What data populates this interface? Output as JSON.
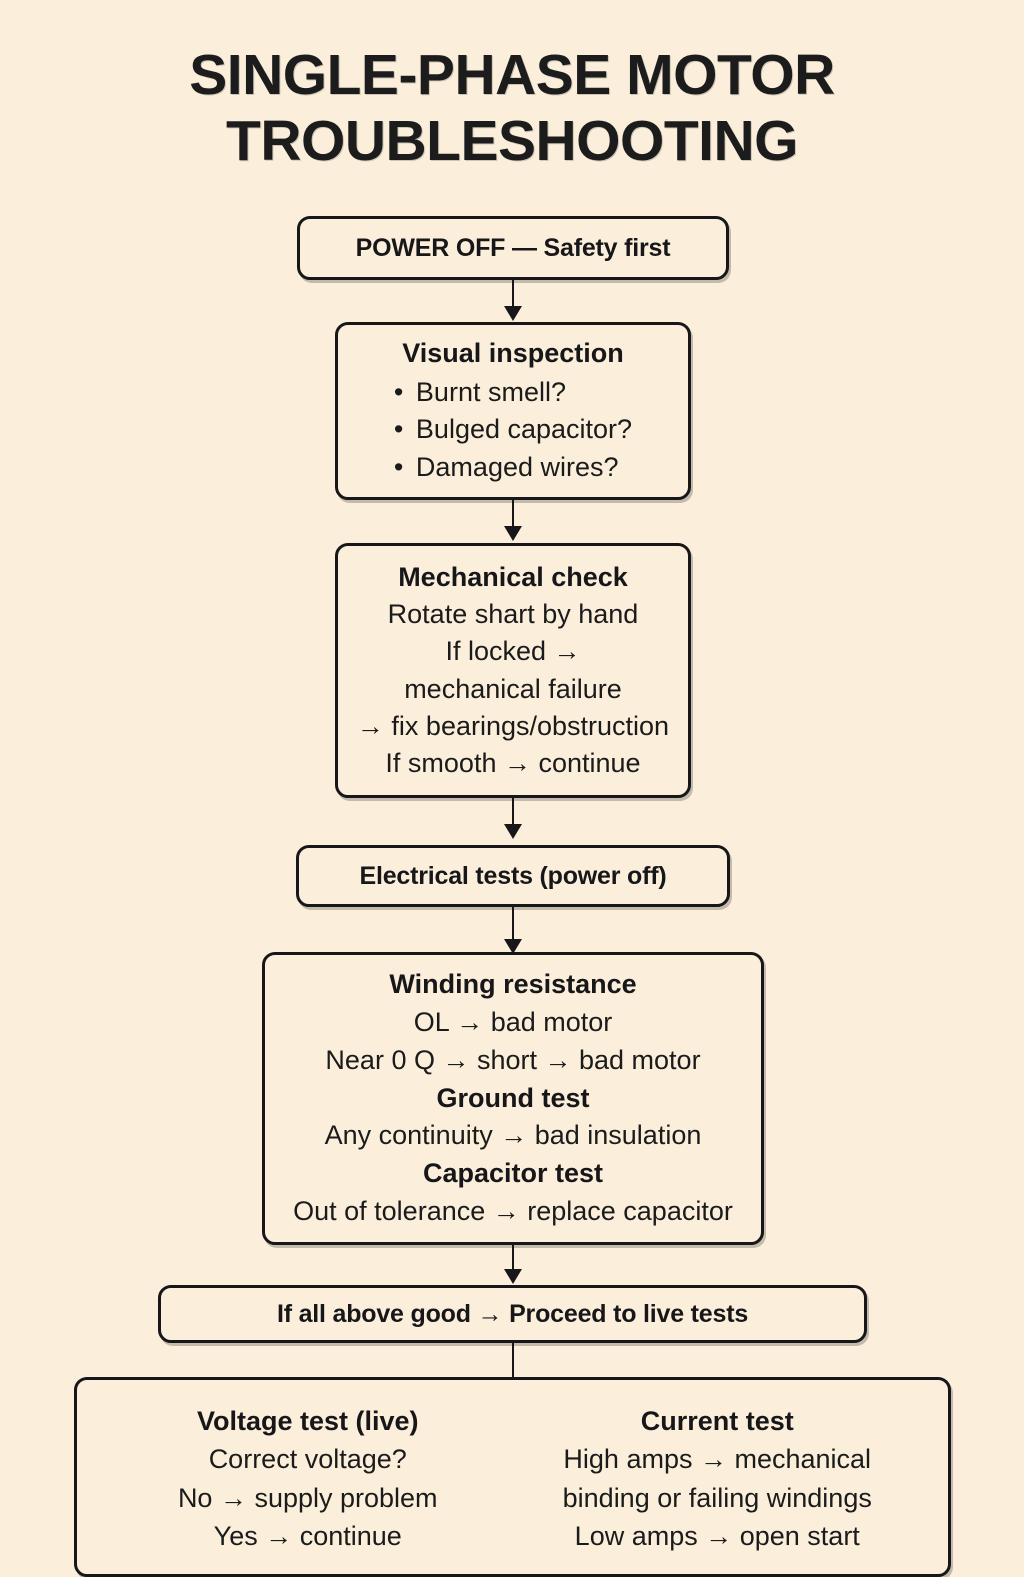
{
  "page": {
    "title": "Single-Phase Motor Troubleshooting",
    "background_color": "#FBEFDC",
    "ink_color": "#17171A"
  },
  "flow": {
    "power_off": {
      "label": "POWER OFF — Safety first"
    },
    "visual_inspection": {
      "heading": "Visual inspection",
      "items": [
        "Burnt smell?",
        "Bulged capacitor?",
        "Damaged wires?"
      ]
    },
    "mechanical_check": {
      "heading": "Mechanical check",
      "lines": [
        "Rotate shart by hand",
        "If locked →",
        "mechanical failure",
        "→ fix bearings/obstruction",
        "If smooth → continue"
      ]
    },
    "electrical_tests": {
      "label": "Electrical tests (power off)"
    },
    "electrical_detail": {
      "sections": [
        {
          "heading": "Winding resistance",
          "lines": [
            "OL → bad motor",
            "Near 0 Q → short → bad motor"
          ]
        },
        {
          "heading": "Ground test",
          "lines": [
            "Any continuity → bad insulation"
          ]
        },
        {
          "heading": "Capacitor test",
          "lines": [
            "Out of tolerance → replace capacitor"
          ]
        }
      ]
    },
    "proceed_live": {
      "label": "If all above good → Proceed to live tests"
    },
    "live_tests": {
      "voltage": {
        "heading": "Voltage test (live)",
        "lines": [
          "Correct voltage?",
          "No → supply problem",
          "Yes → continue"
        ]
      },
      "current": {
        "heading": "Current test",
        "lines": [
          "High amps → mechanical",
          "binding or failing windings",
          "Low amps → open start"
        ]
      }
    }
  }
}
